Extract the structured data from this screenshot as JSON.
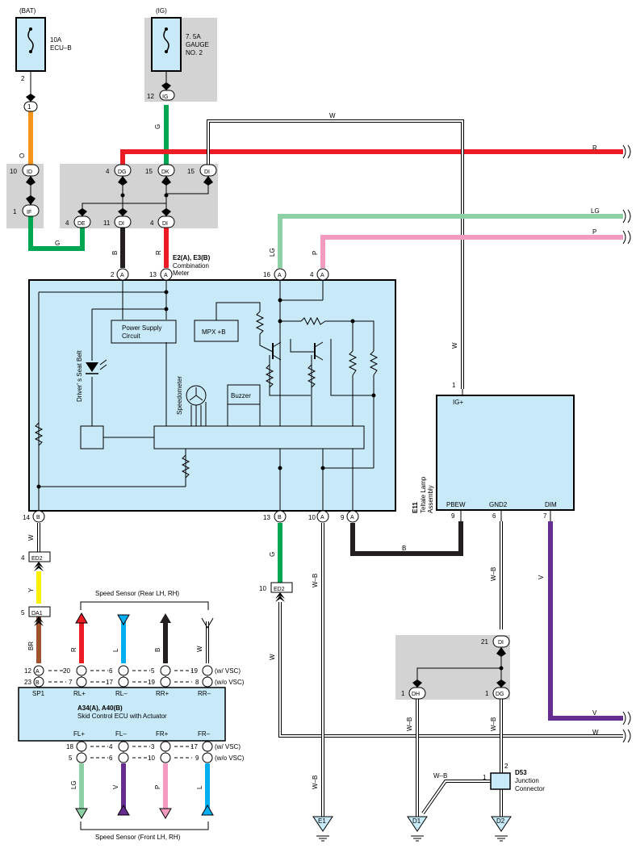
{
  "labels": {
    "bat": "(BAT)",
    "ig": "(IG)"
  },
  "fuses": {
    "ecu_b": {
      "rating": "10A",
      "name": "ECU–B"
    },
    "gauge": {
      "rating": "7. 5A",
      "name1": "GAUGE",
      "name2": "NO. 2"
    }
  },
  "wires": {
    "o": "O",
    "g": "G",
    "r": "R",
    "b": "B",
    "w": "W",
    "lg": "LG",
    "p": "P",
    "y": "Y",
    "br": "BR",
    "l": "L",
    "v": "V",
    "wb": "W–B"
  },
  "pins": {
    "p_bat": "2",
    "p_1": "1",
    "p_12": "12",
    "p_ig": "IG",
    "p_10": "10",
    "p_id": "ID",
    "p_1b": "1",
    "p_if": "IF",
    "p_4a": "4",
    "p_dg": "DG",
    "p_15a": "15",
    "p_dk": "DK",
    "p_15b": "15",
    "p_di": "DI",
    "p_4b": "4",
    "p_de": "DE",
    "p_11": "11",
    "p_di2": "DI",
    "p_4c": "4",
    "p_di3": "DI",
    "m_a": "A",
    "m_b": "B",
    "m_2": "2",
    "m_13": "13",
    "m_16": "16",
    "m_4": "4",
    "m_14": "14",
    "m_10": "10",
    "m_9": "9",
    "ed2": "ED2",
    "ed2_4": "4",
    "ed2_10": "10",
    "da1": "DA1",
    "da1_5": "5",
    "ig_1": "1",
    "pbew_9": "9",
    "gnd2_6": "6",
    "dim_7": "7",
    "di_21": "21",
    "di_b": "DI",
    "dh_1": "1",
    "dh": "DH",
    "dg_1": "1",
    "dg2": "DG",
    "d53_2": "2",
    "d53_1": "1"
  },
  "meter": {
    "id": "E2(A), E3(B)",
    "name1": "Combination",
    "name2": "Meter",
    "power_supply1": "Power Supply",
    "power_supply2": "Circuit",
    "mpx": "MPX +B",
    "buzzer": "Buzzer",
    "seat_belt": "Driver' s Seat Belt",
    "speedometer": "Speedometer"
  },
  "lamp": {
    "ig_plus": "IG+",
    "id": "E11",
    "name1": "Teltale Lamp",
    "name2": "Assembly",
    "pbew": "PBEW",
    "gnd2": "GND2",
    "dim": "DIM"
  },
  "junction": {
    "id": "D53",
    "name1": "Junction",
    "name2": "Connector"
  },
  "grounds": {
    "e1": "E1",
    "d1": "D1",
    "d2": "D2"
  },
  "ecu": {
    "id": "A34(A), A40(B)",
    "name": "Skid Control ECU with Actuator",
    "rear_title": "Speed Sensor (Rear LH,  RH)",
    "front_title": "Speed Sensor (Front LH,  RH)",
    "note_w": "(w/ VSC)",
    "note_wo": "(w/o VSC)",
    "terms": [
      "SP1",
      "RL+",
      "RL–",
      "RR+",
      "RR–",
      "FL+",
      "FL–",
      "FR+",
      "FR–"
    ],
    "pins": {
      "r1_0": "12",
      "r1_1": "20",
      "r1_2": "6",
      "r1_3": "5",
      "r1_4": "19",
      "r2_0": "23",
      "r2_1": "7",
      "r2_2": "17",
      "r2_3": "19",
      "r2_4": "8",
      "f1_0": "18",
      "f1_1": "4",
      "f1_2": "3",
      "f1_3": "17",
      "f2_0": "5",
      "f2_1": "6",
      "f2_2": "10",
      "f2_3": "9"
    }
  },
  "colors": {
    "component_fill": "#c8eaf8",
    "junction_gray": "#d3d3d3",
    "wire_red": "#ed1c24",
    "wire_green": "#00a651",
    "wire_orange": "#f7941d",
    "wire_light_green": "#8dd0a5",
    "wire_pink": "#f49ac1",
    "wire_violet": "#662d91",
    "wire_yellow": "#fff200",
    "wire_blue": "#00aeef",
    "wire_brown": "#a0522d"
  }
}
